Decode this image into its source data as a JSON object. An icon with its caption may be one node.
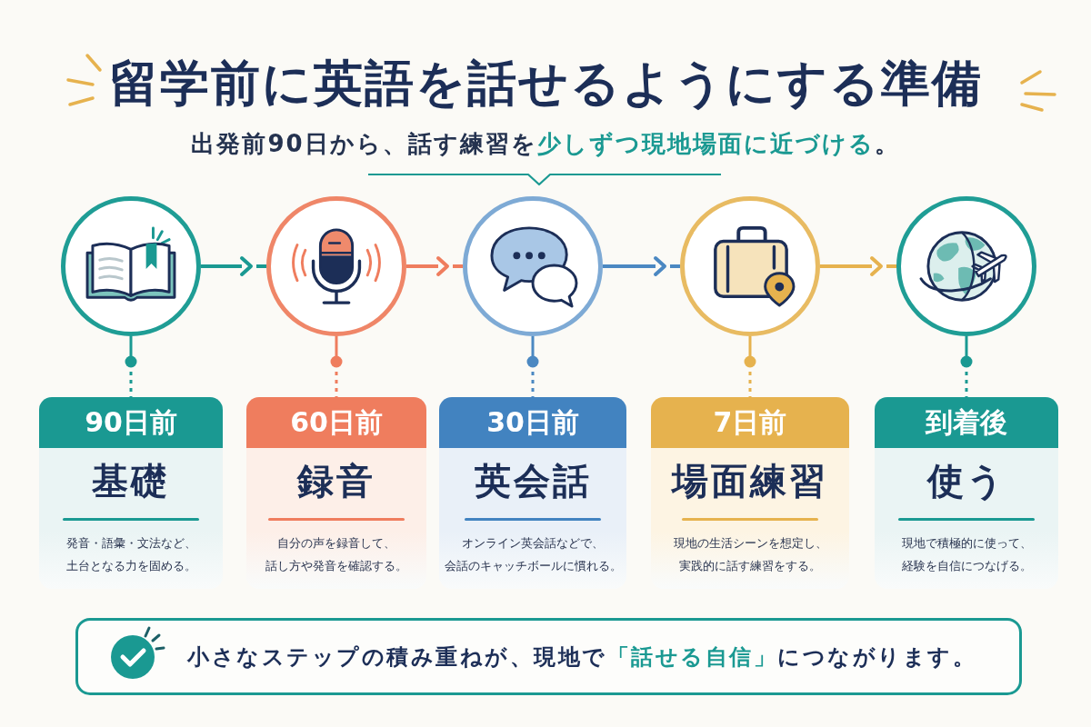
{
  "diagram": {
    "title": "留学前に英語を話せるようにする準備",
    "nodes": [
      {
        "text": [],
        "shape": "circle"
      },
      {
        "text": [],
        "shape": "circle"
      },
      {
        "text": [],
        "shape": "circle"
      },
      {
        "text": [],
        "shape": "circle"
      },
      {
        "text": [],
        "shape": "circle"
      },
      {
        "text": [
          "90日前",
          "基礎",
          "発音・語彙・文法など、土台となる力を固める。"
        ]
      },
      {
        "text": [
          "60日前",
          "録音",
          "自分の声を録音して、話し方や発音を確認する。"
        ]
      },
      {
        "text": [
          "30日前",
          "英会話",
          "オンライン英会話などで、会話のキャッチボールに慣れる。"
        ]
      },
      {
        "text": [
          "7日前",
          "場面練習",
          "現地の生活シーンを想定し、実践的に話す練習をする。"
        ]
      },
      {
        "text": [
          "到着後",
          "使う",
          "現地で積極的に使って、経験を自信につなげる。"
        ]
      },
      {
        "text": [
          "小さなステップの積み重ねが、現地で**「話せる自信」**につながります。"
        ]
      }
    ],
    "edges": [
      {
        "from": 0,
        "to": 1,
        "arrow": "to",
        "color": "#1a9992"
      },
      {
        "from": 1,
        "to": 2,
        "arrow": "to",
        "color": "#ef7d5e"
      },
      {
        "from": 2,
        "to": 3,
        "arrow": "to",
        "color": "#4b88c2"
      },
      {
        "from": 3,
        "to": 4,
        "arrow": "to",
        "color": "#e6b24e"
      },
      {
        "from": 0,
        "to": 5,
        "arrow": "none",
        "style": "dashed",
        "color": "#1a9992"
      },
      {
        "from": 1,
        "to": 6,
        "arrow": "none",
        "style": "dashed",
        "color": "#ef7d5e"
      },
      {
        "from": 2,
        "to": 7,
        "arrow": "none",
        "style": "dashed",
        "color": "#4b88c2"
      },
      {
        "from": 3,
        "to": 8,
        "arrow": "none",
        "style": "dashed",
        "color": "#e6b24e"
      },
      {
        "from": 4,
        "to": 9,
        "arrow": "none",
        "style": "dashed",
        "color": "#1a9992"
      }
    ],
    "labels": [
      "出発前90日から、話す練習を**少しずつ現地場面に近づける**。"
    ]
  }
}
